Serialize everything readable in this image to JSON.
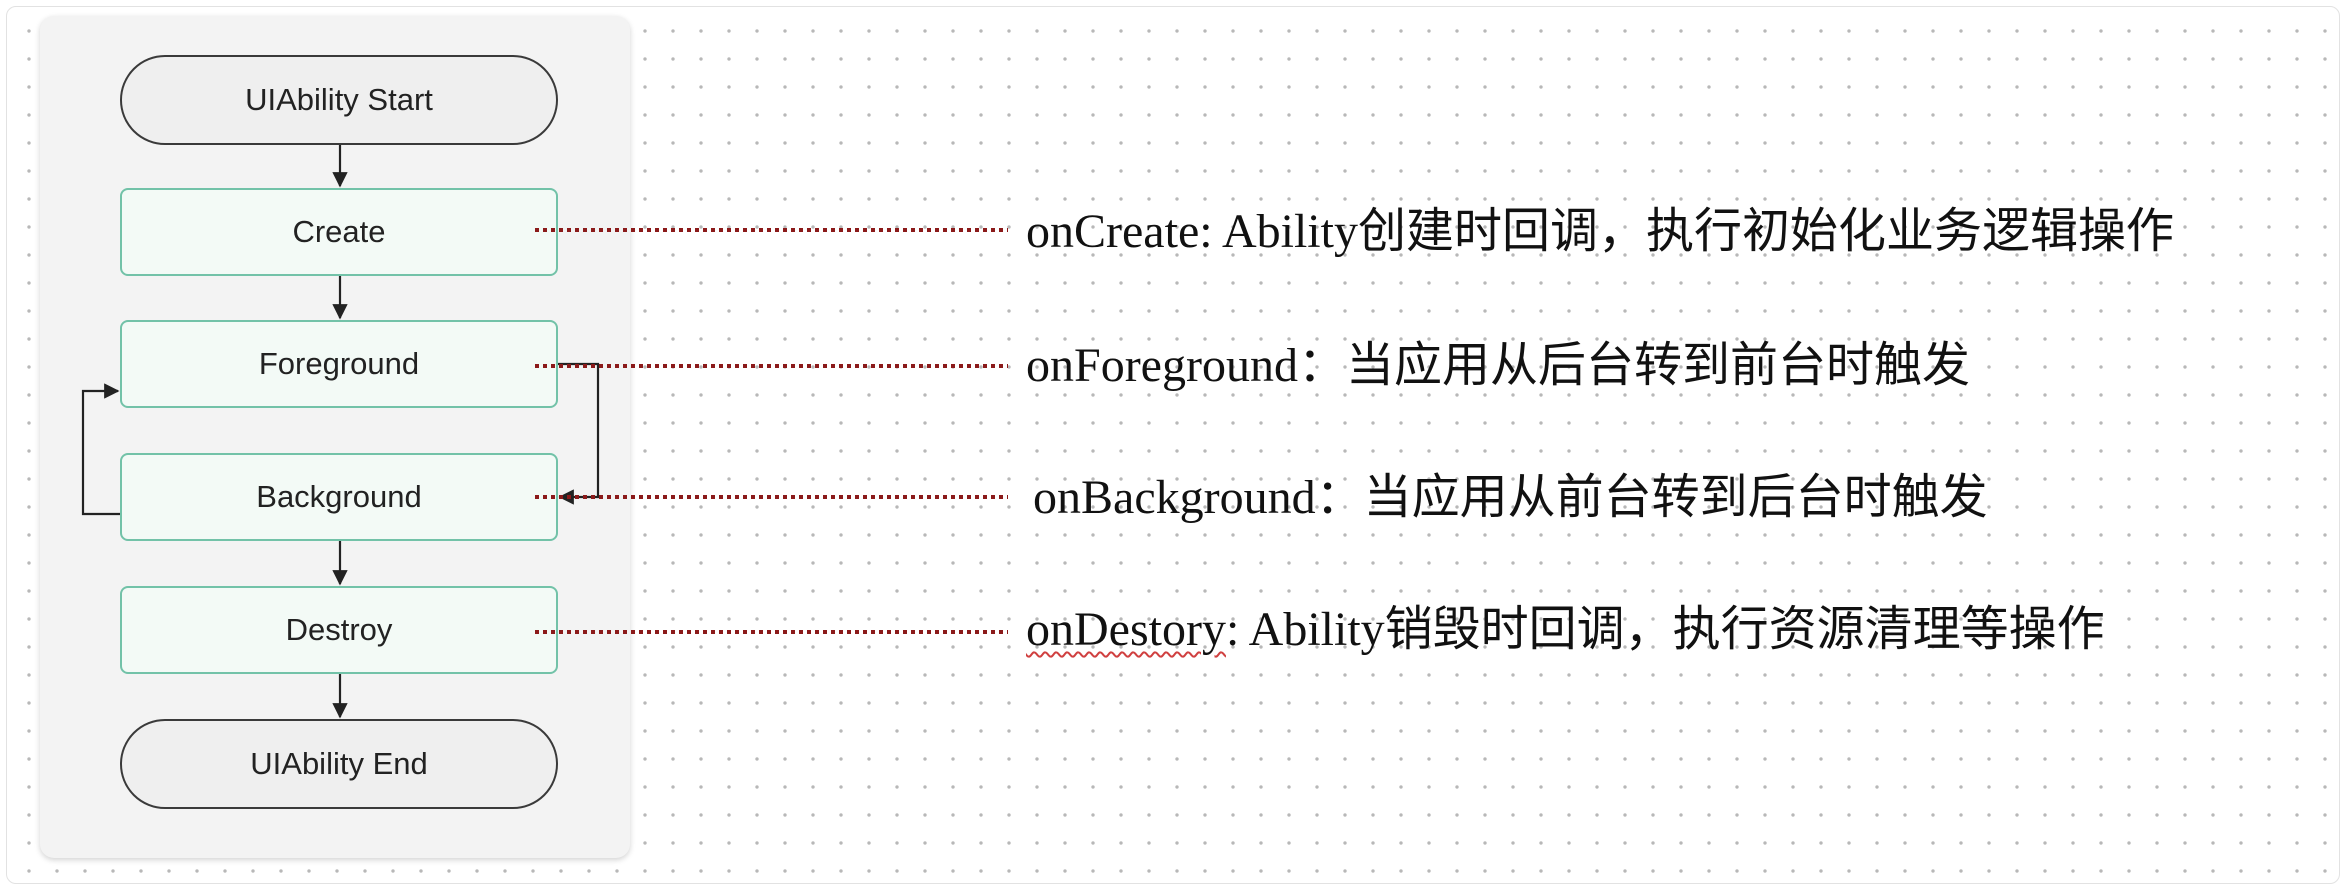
{
  "flow": {
    "start": "UIAbility Start",
    "create": "Create",
    "foreground": "Foreground",
    "background": "Background",
    "destroy": "Destroy",
    "end": "UIAbility End"
  },
  "annotations": {
    "create": "onCreate: Ability创建时回调，执行初始化业务逻辑操作",
    "foreground": "onForeground：当应用从后台转到前台时触发",
    "background_prefix": "onBackground",
    "background_rest": "：当应用从前台转到后台时触发",
    "destroy_prefix": "onDestory",
    "destroy_rest": ": Ability销毁时回调，执行资源清理等操作"
  },
  "colors": {
    "state_border": "#72c2a8",
    "state_fill": "#f3faf6",
    "terminal_border": "#3a3a3a",
    "dotted_connector": "#8b1a1a",
    "panel_fill": "#f3f3f3"
  }
}
